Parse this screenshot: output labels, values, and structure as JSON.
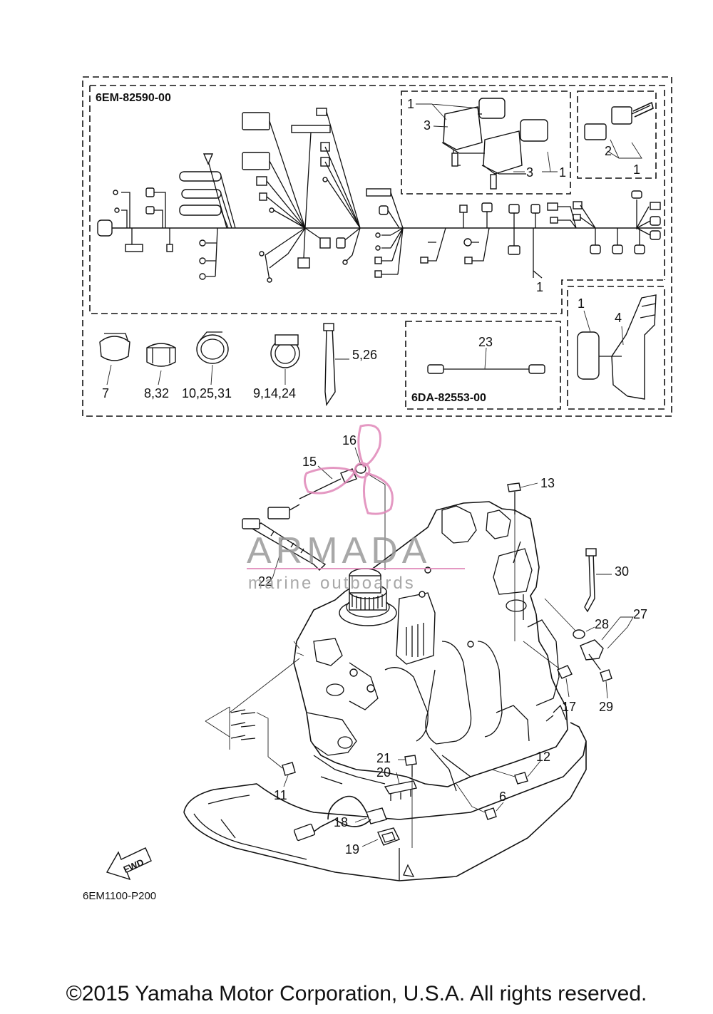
{
  "diagram_code": "6EM1100-P200",
  "copyright": "©2015 Yamaha Motor Corporation, U.S.A. All rights reserved.",
  "harness_part_number": "6EM-82590-00",
  "subharness_part_number": "6DA-82553-00",
  "fwd_label": "FWD",
  "watermark": {
    "brand": "ARMADA",
    "tagline": "marine outboards",
    "color": "#e087b8"
  },
  "callouts": {
    "c1a": "1",
    "c3a": "3",
    "c3b": "3",
    "c1b": "1",
    "c2": "2",
    "c1c": "1",
    "c1d": "1",
    "c1e": "1",
    "c4": "4",
    "c7": "7",
    "c8": "8,32",
    "c10": "10,25,31",
    "c9": "9,14,24",
    "c5": "5,26",
    "c23": "23",
    "c16": "16",
    "c15": "15",
    "c13": "13",
    "c22": "22",
    "c30": "30",
    "c27": "27",
    "c28": "28",
    "c17": "17",
    "c29": "29",
    "c12": "12",
    "c21": "21",
    "c20": "20",
    "c11": "11",
    "c6": "6",
    "c18": "18",
    "c19": "19"
  }
}
